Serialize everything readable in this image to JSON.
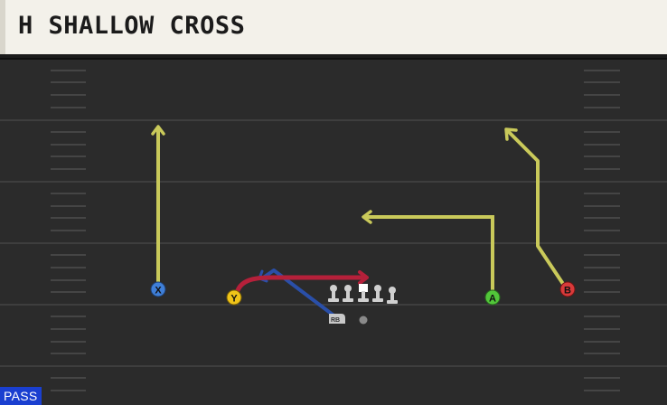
{
  "play": {
    "title": "H SHALLOW CROSS",
    "type": "PASS"
  },
  "players": {
    "x": {
      "label": "X",
      "color": "#3f7fd8"
    },
    "y": {
      "label": "Y",
      "color": "#f0c419"
    },
    "a": {
      "label": "A",
      "color": "#52c63a"
    },
    "b": {
      "label": "B",
      "color": "#d93a3a"
    },
    "rb": {
      "label": "RB",
      "color": "#c9c9c9"
    }
  },
  "routes": {
    "yellow": "#c9c95a",
    "red": "#b5203a",
    "blue": "#2a4fa8"
  },
  "field": {
    "background": "#2b2b2b",
    "yard_line_color": "#4a4a4a",
    "hash_color": "#5a5a5a"
  }
}
